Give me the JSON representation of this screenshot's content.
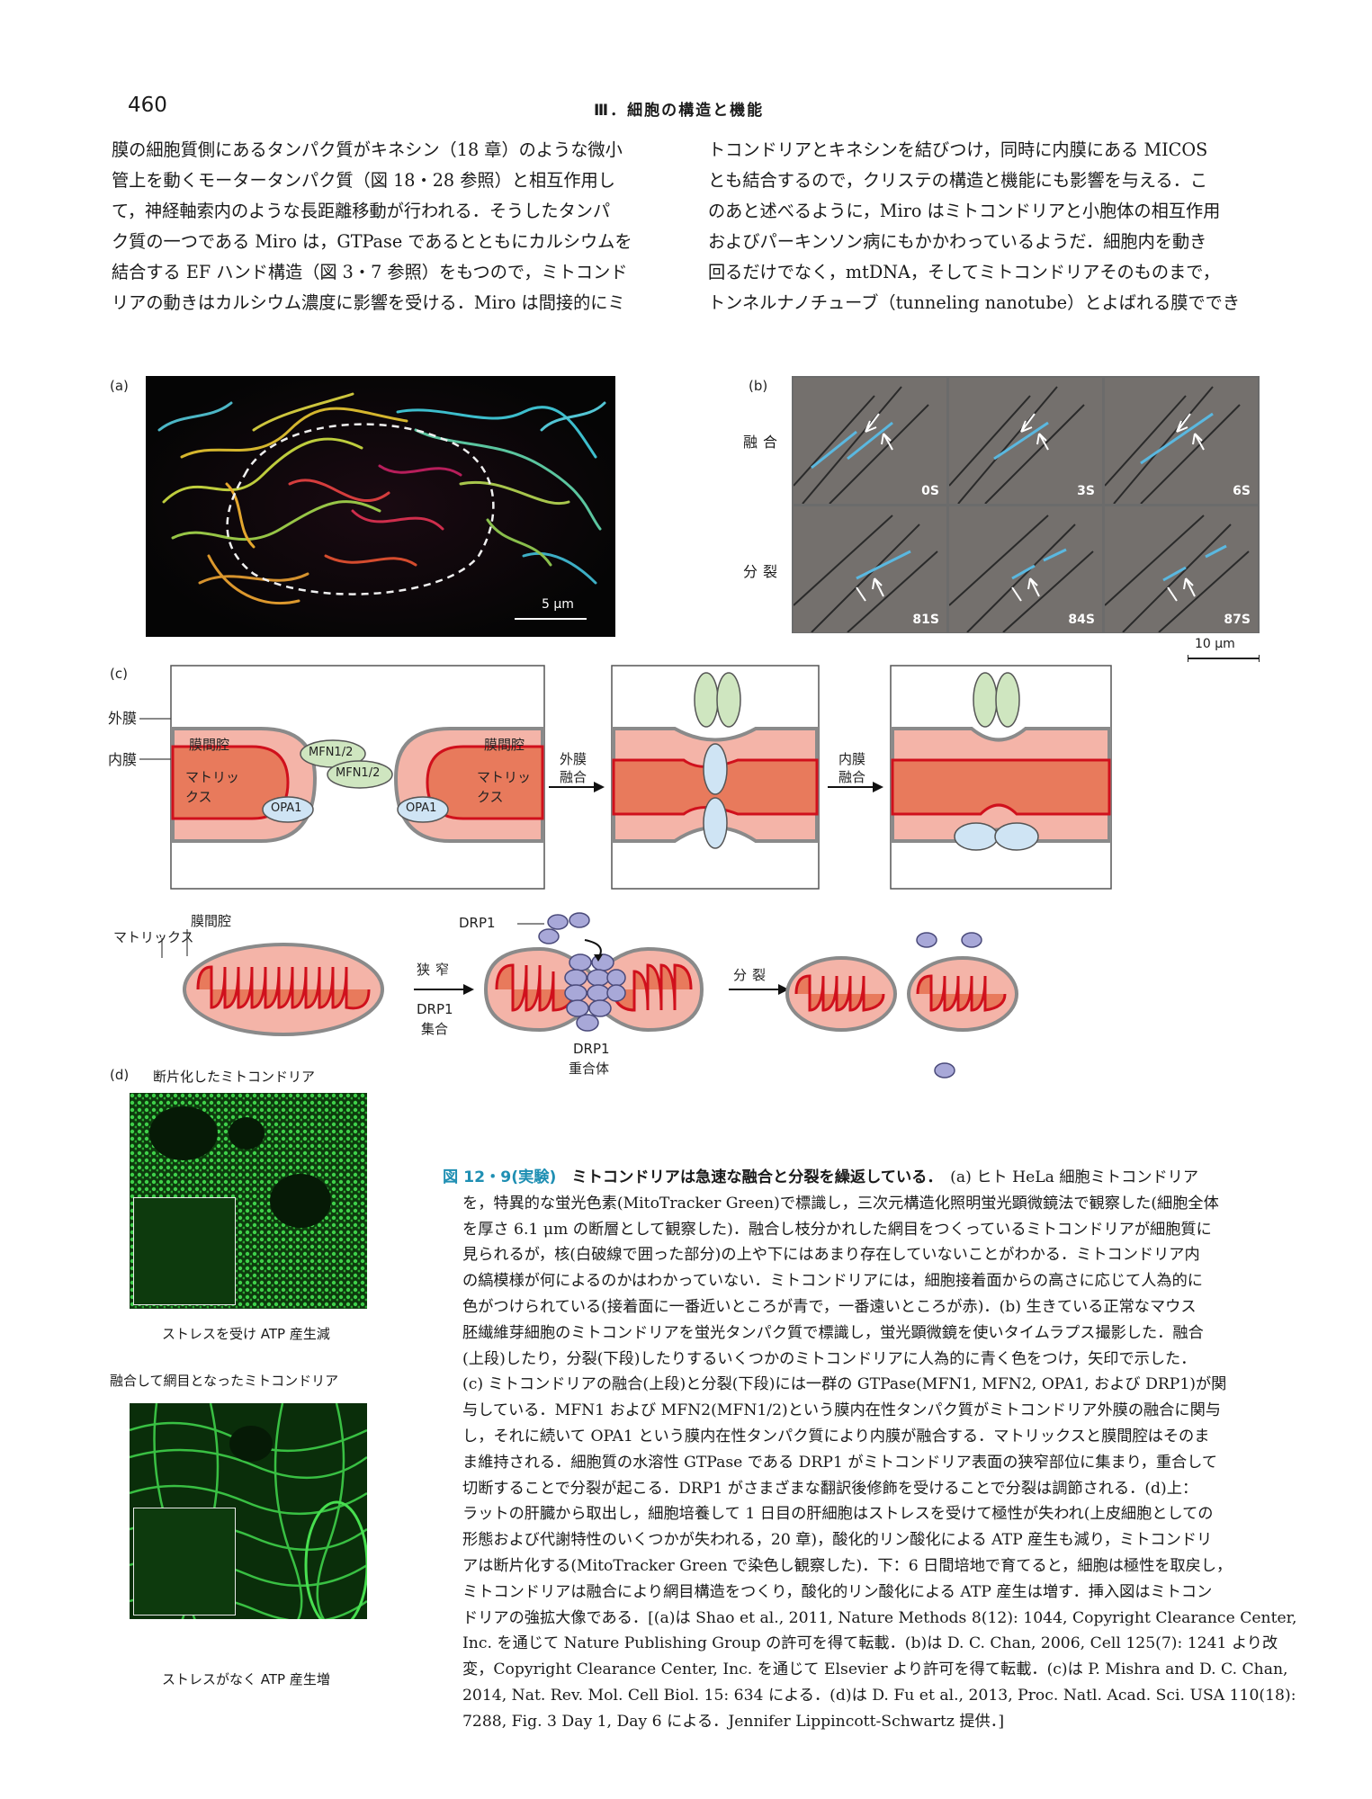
{
  "header": {
    "page_number": "460",
    "running_head": "Ⅲ．細胞の構造と機能"
  },
  "body_text": {
    "left": [
      "膜の細胞質側にあるタンパク質がキネシン（18 章）のような微小",
      "管上を動くモータータンパク質（図 18・28 参照）と相互作用し",
      "て，神経軸索内のような長距離移動が行われる．そうしたタンパ",
      "ク質の一つである Miro は，GTPase であるとともにカルシウムを",
      "結合する EF ハンド構造（図 3・7 参照）をもつので，ミトコンド",
      "リアの動きはカルシウム濃度に影響を受ける．Miro は間接的にミ"
    ],
    "right": [
      "トコンドリアとキネシンを結びつけ，同時に内膜にある MICOS",
      "とも結合するので，クリステの構造と機能にも影響を与える．こ",
      "のあと述べるように，Miro はミトコンドリアと小胞体の相互作用",
      "およびパーキンソン病にもかかわっているようだ．細胞内を動き",
      "回るだけでなく，mtDNA，そしてミトコンドリアそのものまで，",
      "トンネルナノチューブ（tunneling nanotube）とよばれる膜ででき"
    ]
  },
  "figure": {
    "panel_a": {
      "label": "(a)",
      "scale": "5 μm"
    },
    "panel_b": {
      "label": "(b)",
      "row_fusion": "融合",
      "row_fission": "分裂",
      "times_top": [
        "0S",
        "3S",
        "6S"
      ],
      "times_bottom": [
        "81S",
        "84S",
        "87S"
      ],
      "scale": "10 μm"
    },
    "panel_c": {
      "label": "(c)",
      "outer_membrane": "外膜",
      "inner_membrane": "内膜",
      "ims": "膜間腔",
      "ims_right": "膜間腔",
      "matrix_left_1": "マトリッ",
      "matrix_left_2": "クス",
      "matrix_right_1": "マトリッ",
      "matrix_right_2": "クス",
      "mfn_top": "MFN1/2",
      "mfn_bottom": "MFN1/2",
      "opa_left": "OPA1",
      "opa_right": "OPA1",
      "outer_fusion_1": "外膜",
      "outer_fusion_2": "融合",
      "inner_fusion_1": "内膜",
      "inner_fusion_2": "融合",
      "fission_ims": "膜間腔",
      "fission_matrix": "マトリックス",
      "drp1": "DRP1",
      "constriction": "狭窄",
      "drp1_assembly_1": "DRP1",
      "drp1_assembly_2": "集合",
      "fission": "分裂",
      "drp1_polymer_1": "DRP1",
      "drp1_polymer_2": "重合体"
    },
    "panel_d": {
      "label": "(d)",
      "title": "断片化したミトコンドリア",
      "caption_1": "ストレスを受け ATP 産生減",
      "subtitle_2": "融合して網目となったミトコンドリア",
      "caption_2": "ストレスがなく ATP 産生増"
    }
  },
  "caption": {
    "number": "図 12・9(実験)",
    "title": "ミトコンドリアは急速な融合と分裂を繰返している．",
    "lines": [
      "(a) ヒト HeLa 細胞ミトコンドリア",
      "を，特異的な蛍光色素(MitoTracker Green)で標識し，三次元構造化照明蛍光顕微鏡法で観察した(細胞全体",
      "を厚さ 6.1 μm の断層として観察した)．融合し枝分かれした網目をつくっているミトコンドリアが細胞質に",
      "見られるが，核(白破線で囲った部分)の上や下にはあまり存在していないことがわかる．ミトコンドリア内",
      "の縞模様が何によるのかはわかっていない．ミトコンドリアには，細胞接着面からの高さに応じて人為的に",
      "色がつけられている(接着面に一番近いところが青で，一番遠いところが赤)．(b) 生きている正常なマウス",
      "胚繊維芽細胞のミトコンドリアを蛍光タンパク質で標識し，蛍光顕微鏡を使いタイムラプス撮影した．融合",
      "(上段)したり，分裂(下段)したりするいくつかのミトコンドリアに人為的に青く色をつけ，矢印で示した．",
      "(c) ミトコンドリアの融合(上段)と分裂(下段)には一群の GTPase(MFN1, MFN2, OPA1, および DRP1)が関",
      "与している．MFN1 および MFN2(MFN1/2)という膜内在性タンパク質がミトコンドリア外膜の融合に関与",
      "し，それに続いて OPA1 という膜内在性タンパク質により内膜が融合する．マトリックスと膜間腔はそのま",
      "ま維持される．細胞質の水溶性 GTPase である DRP1 がミトコンドリア表面の狭窄部位に集まり，重合して",
      "切断することで分裂が起こる．DRP1 がさまざまな翻訳後修飾を受けることで分裂は調節される．(d)上：",
      "ラットの肝臓から取出し，細胞培養して 1 日目の肝細胞はストレスを受けて極性が失われ(上皮細胞としての",
      "形態および代謝特性のいくつかが失われる，20 章)，酸化的リン酸化による ATP 産生も減り，ミトコンドリ",
      "アは断片化する(MitoTracker Green で染色し観察した)．下：6 日間培地で育てると，細胞は極性を取戻し，",
      "ミトコンドリアは融合により網目構造をつくり，酸化的リン酸化による ATP 産生は増す．挿入図はミトコン",
      "ドリアの強拡大像である．[(a)は Shao et al., 2011, Nature Methods 8(12): 1044, Copyright Clearance Center,",
      "Inc. を通じて Nature Publishing Group の許可を得て転載．(b)は D. C. Chan, 2006, Cell 125(7): 1241 より改",
      "変，Copyright Clearance Center, Inc. を通じて Elsevier より許可を得て転載．(c)は P. Mishra and D. C. Chan,",
      "2014, Nat. Rev. Mol. Cell Biol. 15: 634 による．(d)は D. Fu et al., 2013, Proc. Natl. Acad. Sci. USA 110(18):",
      "7288, Fig. 3 Day 1, Day 6 による．Jennifer Lippincott-Schwartz 提供．]"
    ]
  },
  "colors": {
    "ims_fill": "#f4b4a8",
    "matrix_fill": "#e87a5c",
    "inner_membrane": "#d0101c",
    "outer_membrane": "#8a8a8a",
    "mfn_fill": "#cfe6c0",
    "opa_fill": "#cfe4f4",
    "drp1_fill": "#a8a8d8",
    "fig_accent": "#1f8fb3"
  }
}
